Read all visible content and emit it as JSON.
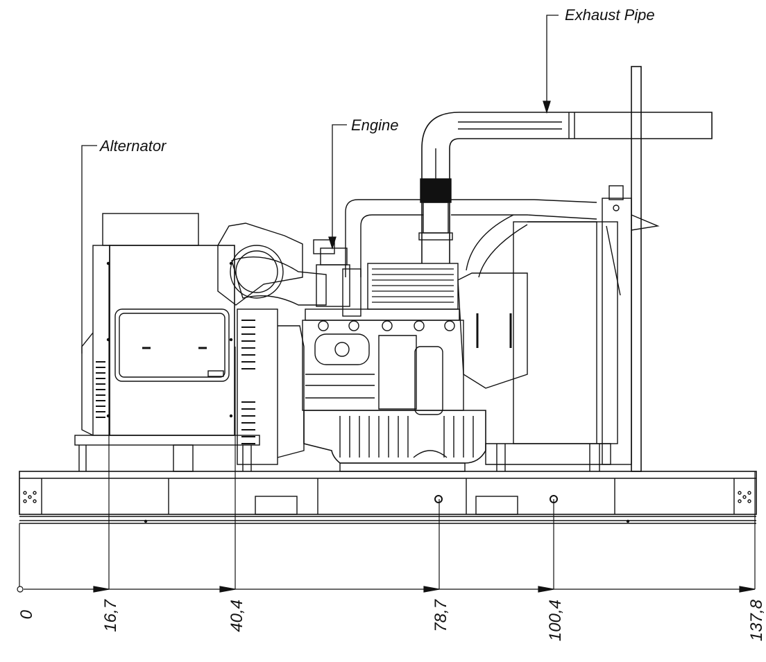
{
  "labels": {
    "exhaust": "Exhaust Pipe",
    "engine": "Engine",
    "alternator": "Alternator"
  },
  "dimensions": {
    "d0": "0",
    "d1": "16,7",
    "d2": "40,4",
    "d3": "78,7",
    "d4": "100,4",
    "d5": "137,8"
  },
  "colors": {
    "line": "#111111",
    "background": "#ffffff"
  }
}
